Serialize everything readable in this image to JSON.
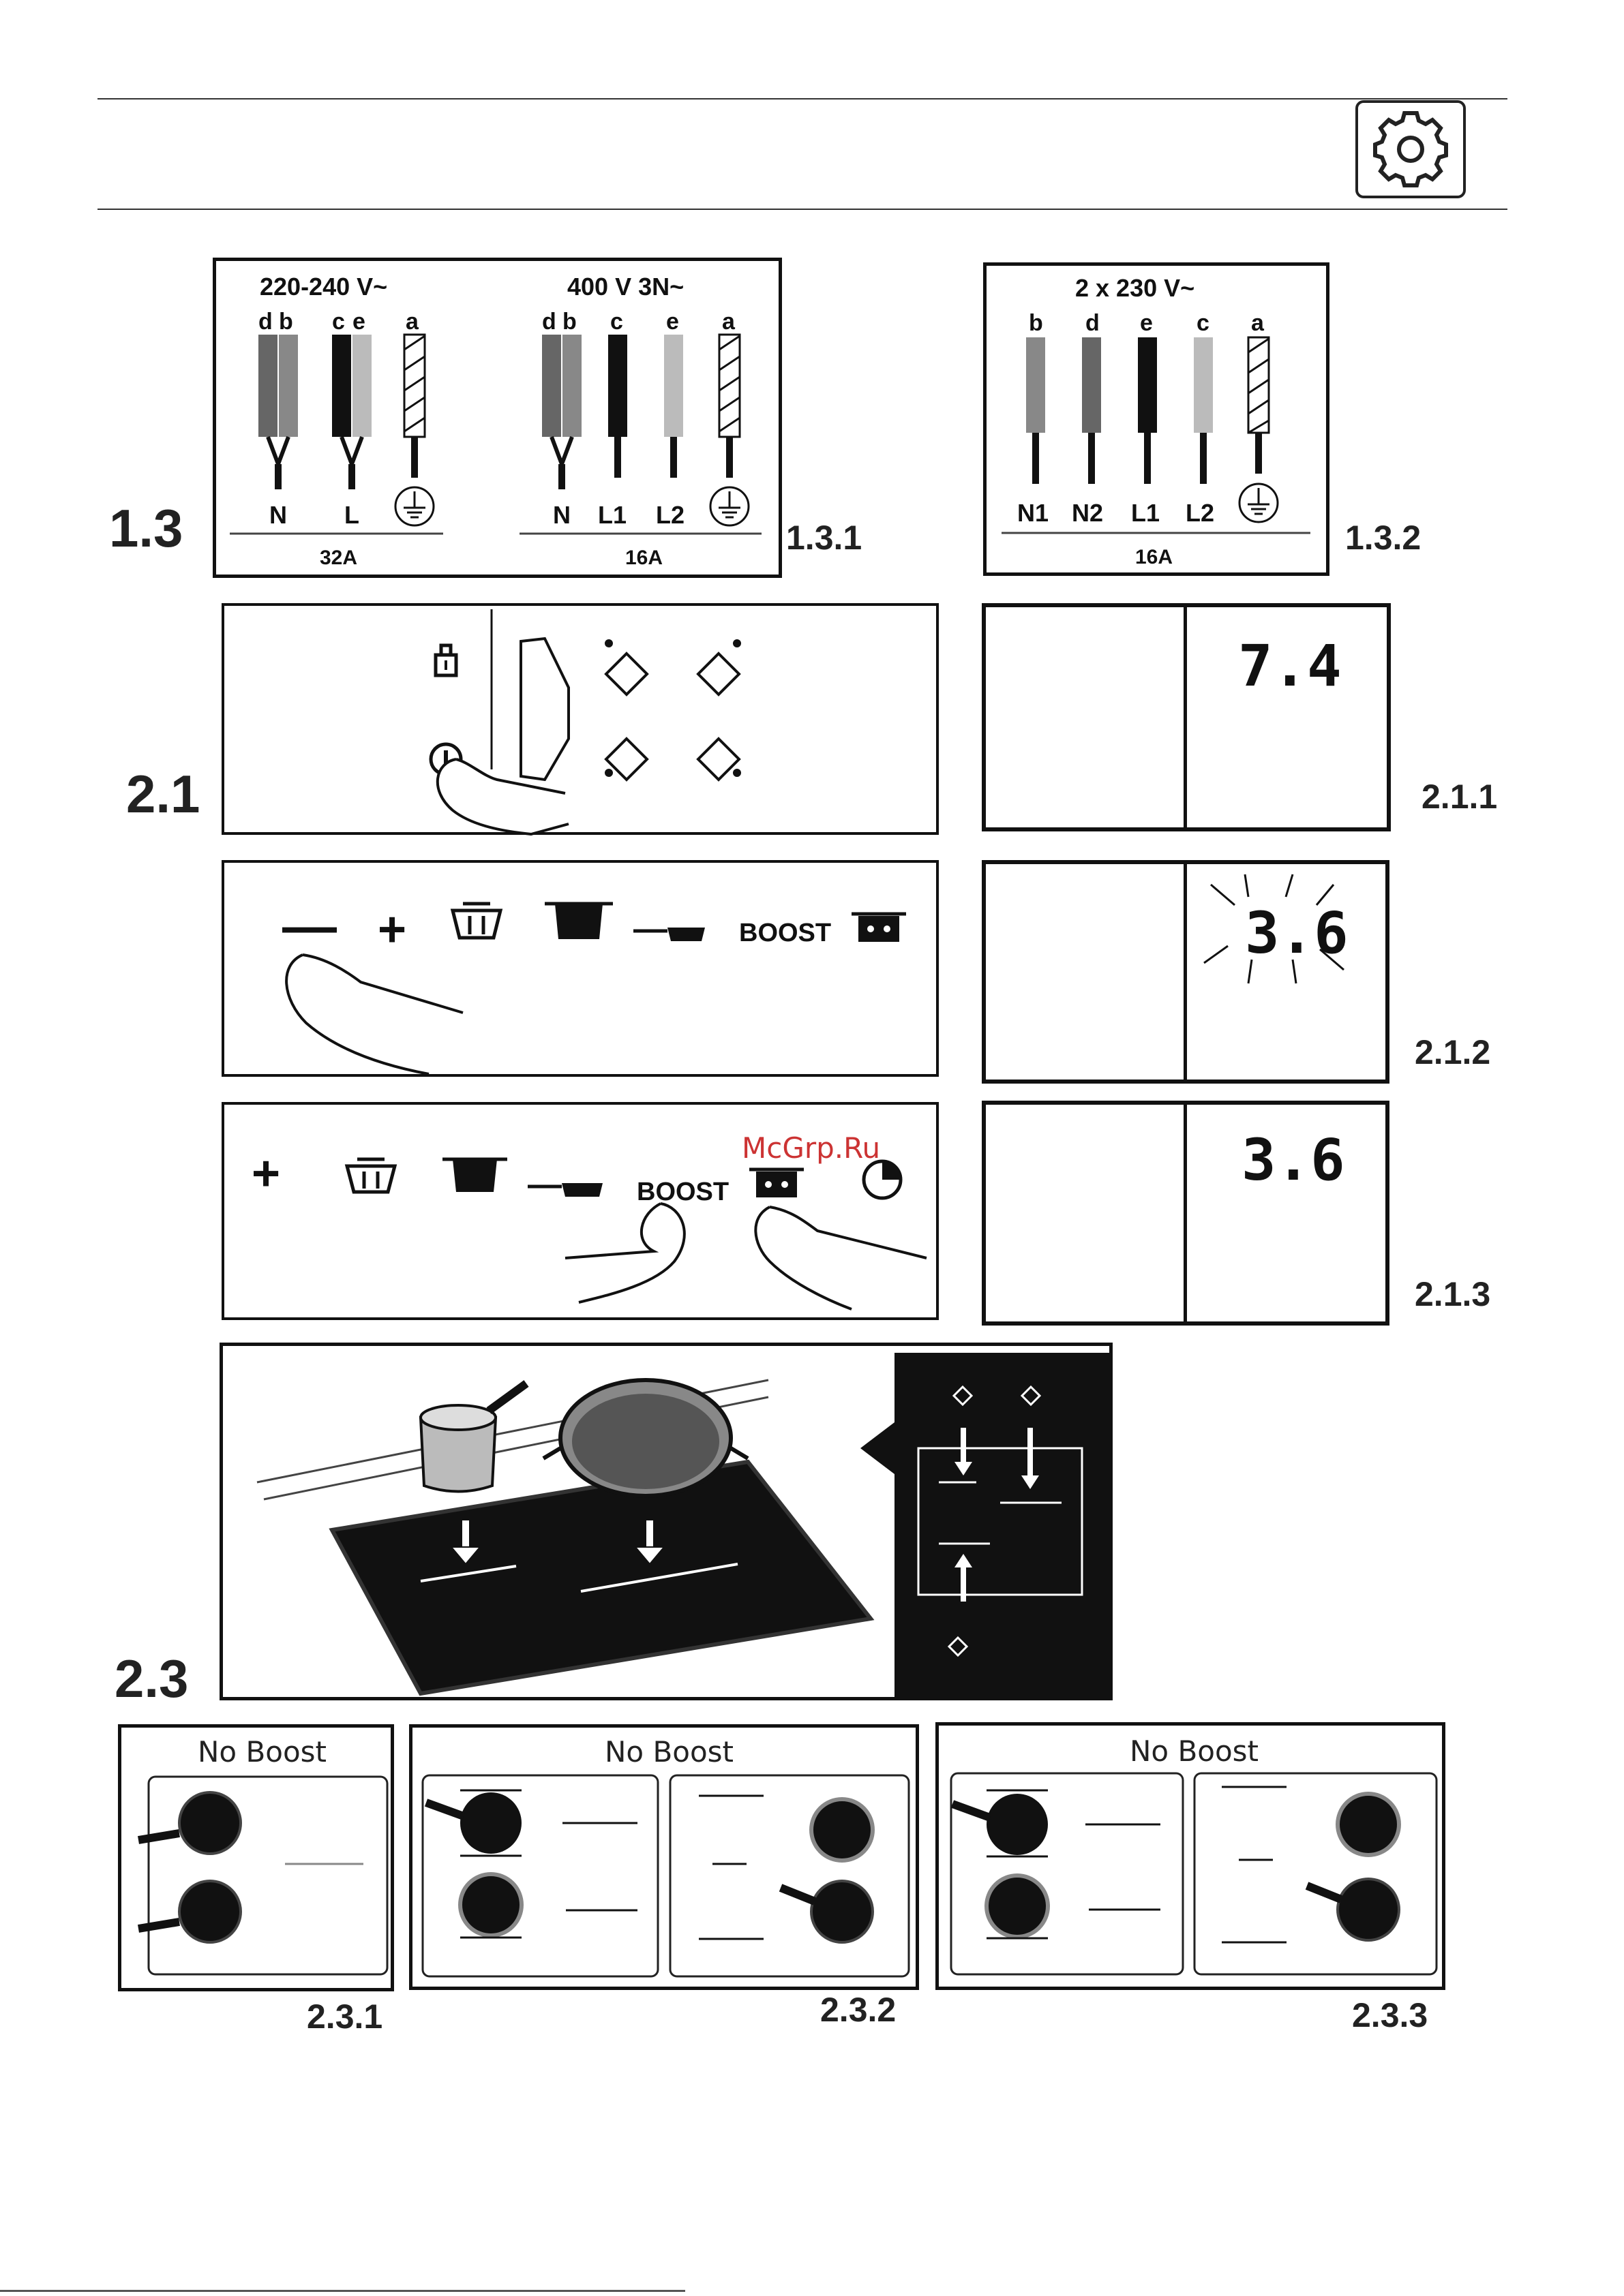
{
  "header": {
    "icon": "gear-icon"
  },
  "section_labels": {
    "s13": "1.3",
    "s21": "2.1",
    "s23": "2.3"
  },
  "figure_labels": {
    "f131": "1.3.1",
    "f132": "1.3.2",
    "f211": "2.1.1",
    "f212": "2.1.2",
    "f213": "2.1.3",
    "f231": "2.3.1",
    "f232": "2.3.2",
    "f233": "2.3.3"
  },
  "wiring_131": {
    "group1": {
      "voltage": "220-240 V~",
      "wire_letters": [
        "d",
        "b",
        "c",
        "e",
        "a"
      ],
      "terminals": [
        "N",
        "L"
      ],
      "rating": "32A"
    },
    "group2": {
      "voltage": "400 V 3N~",
      "wire_letters": [
        "d",
        "b",
        "c",
        "e",
        "a"
      ],
      "terminals": [
        "N",
        "L1",
        "L2"
      ],
      "rating": "16A"
    }
  },
  "wiring_132": {
    "voltage": "2 x 230 V~",
    "wire_letters": [
      "b",
      "d",
      "e",
      "c",
      "a"
    ],
    "terminals": [
      "N1",
      "N2",
      "L1",
      "L2"
    ],
    "rating": "16A"
  },
  "displays": {
    "d211": "7.4",
    "d212": "3.6",
    "d213": "3.6"
  },
  "controls": {
    "boost_label": "BOOST",
    "minus": "—",
    "plus": "+"
  },
  "watermark": "McGrp.Ru",
  "boost_panels": {
    "p231": "No Boost",
    "p232": "No Boost",
    "p233": "No Boost"
  }
}
